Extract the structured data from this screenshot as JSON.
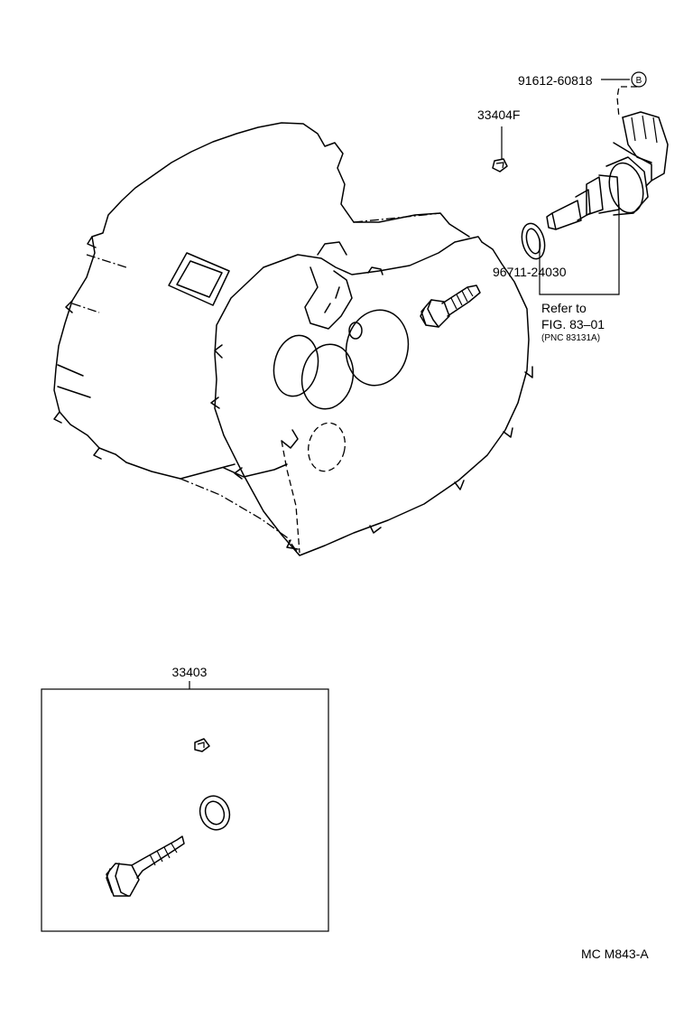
{
  "parts": {
    "bolt": "91612-60818",
    "bolt_marker": "B",
    "clip": "33404F",
    "oring": "96711-24030",
    "kit": "33403"
  },
  "refer": {
    "line1": "Refer to",
    "line2": "FIG. 83–01",
    "line3": "(PNC 83131A)"
  },
  "footer": {
    "code": "MC  M843-A"
  }
}
